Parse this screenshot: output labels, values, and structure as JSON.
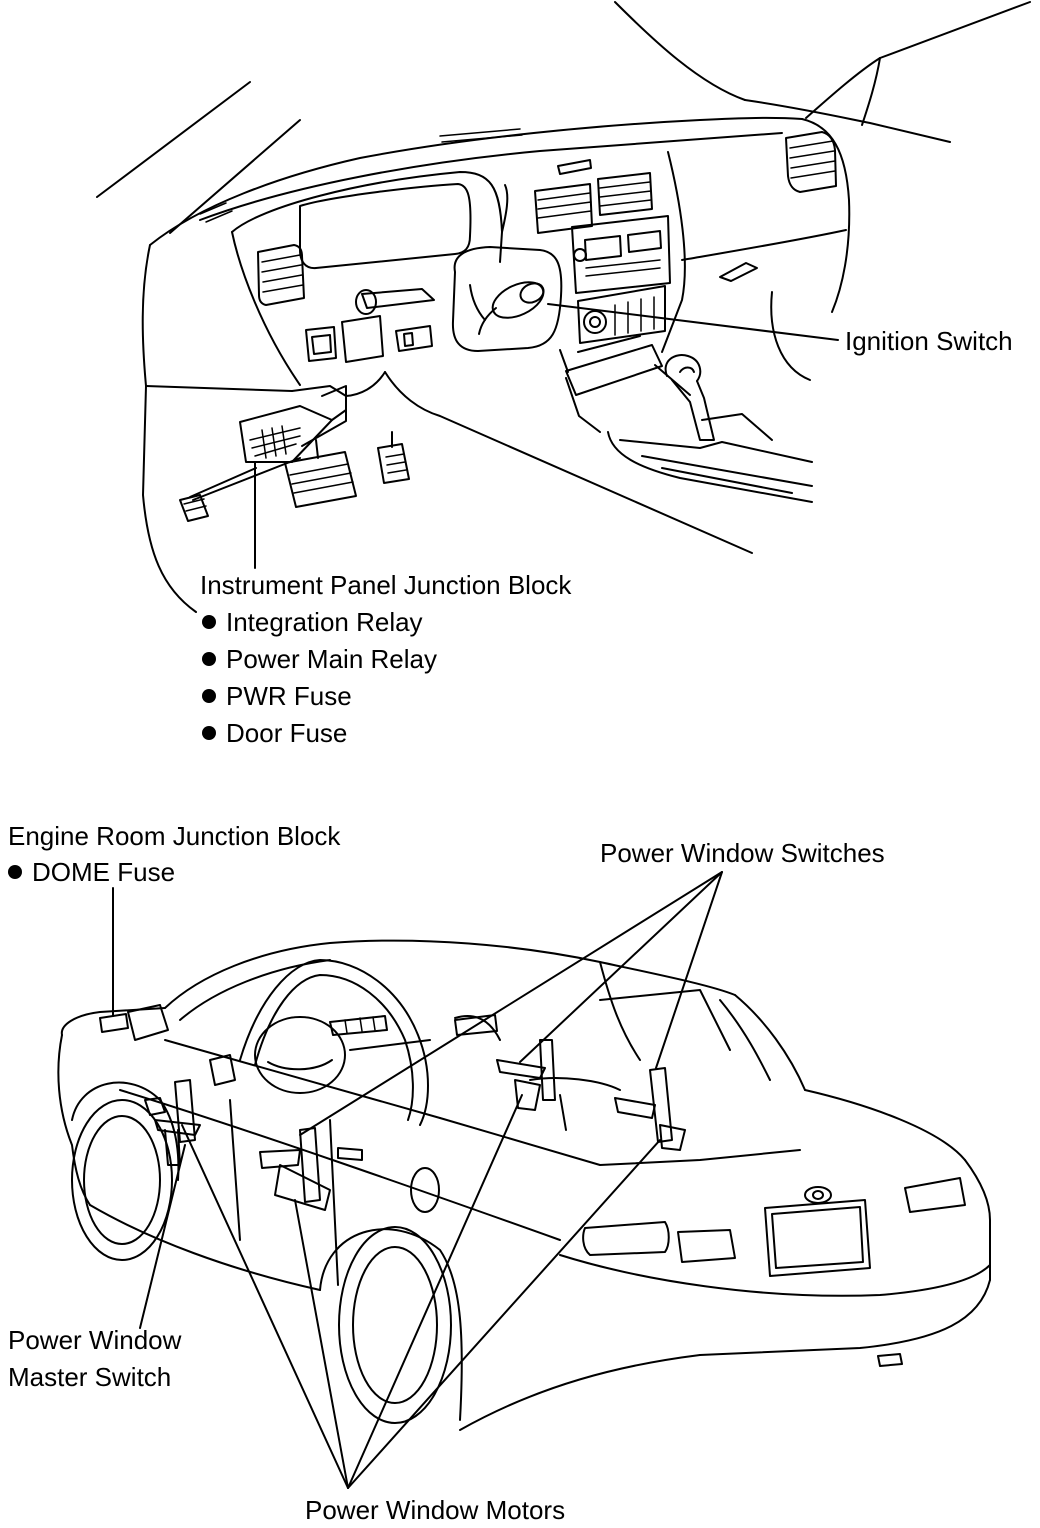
{
  "labels": {
    "ignition_switch": "Ignition Switch",
    "instrument_panel_junction_block": {
      "title": "Instrument Panel Junction Block",
      "items": [
        "Integration Relay",
        "Power Main Relay",
        "PWR Fuse",
        "Door Fuse"
      ]
    },
    "engine_room_junction_block": {
      "title": "Engine Room Junction Block",
      "items": [
        "DOME Fuse"
      ]
    },
    "power_window_switches": "Power Window Switches",
    "power_window_master_switch": [
      "Power Window",
      "Master Switch"
    ],
    "power_window_motors": "Power Window Motors"
  },
  "colors": {
    "line": "#000000",
    "background": "#ffffff",
    "text": "#000000"
  }
}
